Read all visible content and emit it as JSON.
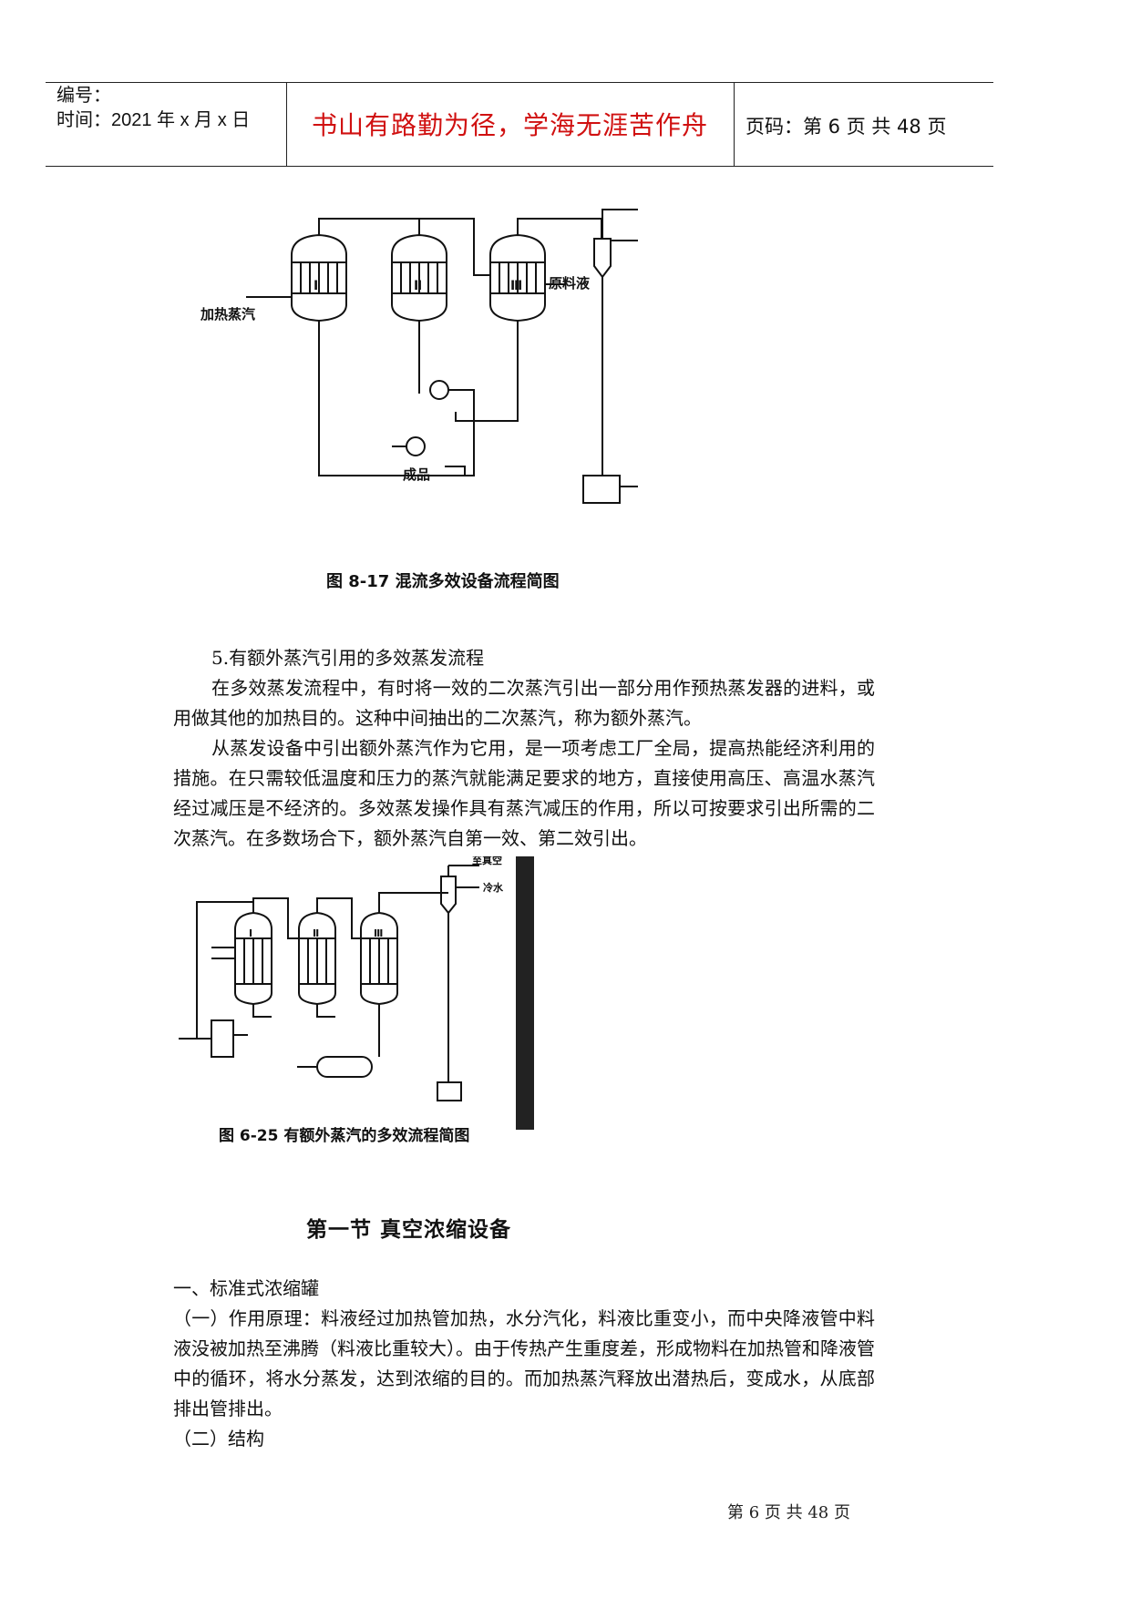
{
  "header": {
    "number_label": "编号：",
    "date_line": "时间：2021 年 x 月 x 日",
    "motto": "书山有路勤为径，学海无涯苦作舟",
    "page_info": "页码：第 6 页  共 48 页"
  },
  "figure1": {
    "caption": "图 8-17   混流多效设备流程简图",
    "labels": {
      "effect1": "Ⅰ",
      "effect2": "Ⅱ",
      "effect3": "Ⅲ",
      "steam_in": "加热蒸汽",
      "raw_liquid": "原料液",
      "product": "成品"
    }
  },
  "text1": {
    "heading": "5.有额外蒸汽引用的多效蒸发流程",
    "para1": "在多效蒸发流程中，有时将一效的二次蒸汽引出一部分用作预热蒸发器的进料，或用做其他的加热目的。这种中间抽出的二次蒸汽，称为额外蒸汽。",
    "para2": "从蒸发设备中引出额外蒸汽作为它用，是一项考虑工厂全局，提高热能经济利用的措施。在只需较低温度和压力的蒸汽就能满足要求的地方，直接使用高压、高温水蒸汽经过减压是不经济的。多效蒸发操作具有蒸汽减压的作用，所以可按要求引出所需的二次蒸汽。在多数场合下，额外蒸汽自第一效、第二效引出。"
  },
  "figure2": {
    "caption": "图 6-25   有额外蒸汽的多效流程简图",
    "labels": {
      "effect1": "Ⅰ",
      "effect2": "Ⅱ",
      "effect3": "Ⅲ",
      "to_vacuum": "至真空",
      "cold_water": "冷水"
    }
  },
  "section": {
    "title": "第一节    真空浓缩设备",
    "sub1": "一、标准式浓缩罐",
    "para": "（一）作用原理：料液经过加热管加热，水分汽化，料液比重变小，而中央降液管中料液没被加热至沸腾（料液比重较大）。由于传热产生重度差，形成物料在加热管和降液管中的循环，将水分蒸发，达到浓缩的目的。而加热蒸汽释放出潜热后，变成水，从底部排出管排出。",
    "sub2": "（二）结构"
  },
  "footer": "第 6 页 共 48 页"
}
